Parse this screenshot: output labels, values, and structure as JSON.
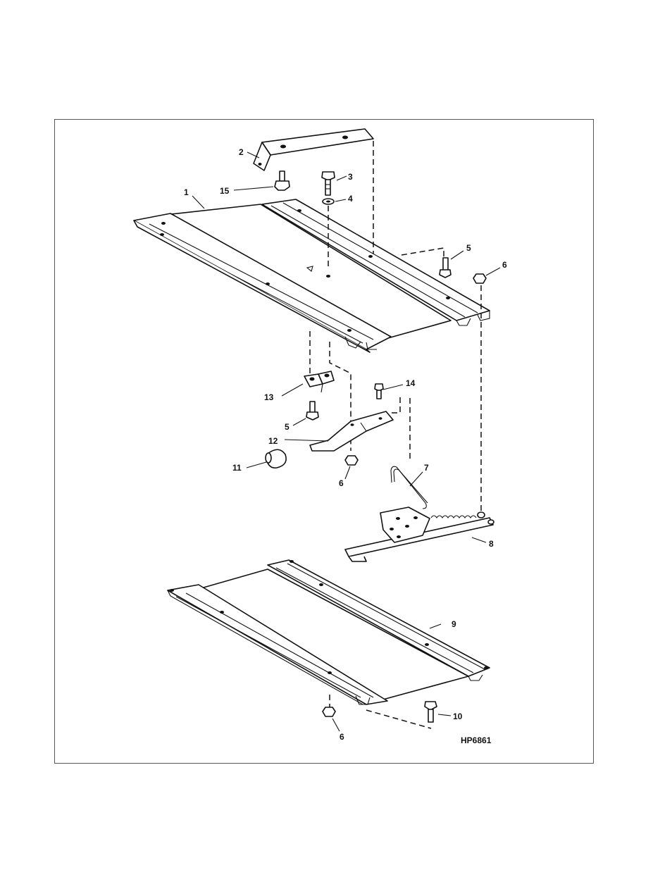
{
  "figure_code": "HP6861",
  "callouts": {
    "c1": "1",
    "c2": "2",
    "c3": "3",
    "c4": "4",
    "c5a": "5",
    "c5b": "5",
    "c6a": "6",
    "c6b": "6",
    "c6c": "6",
    "c7": "7",
    "c8": "8",
    "c9": "9",
    "c10": "10",
    "c11": "11",
    "c12": "12",
    "c13": "13",
    "c14": "14",
    "c15": "15"
  }
}
